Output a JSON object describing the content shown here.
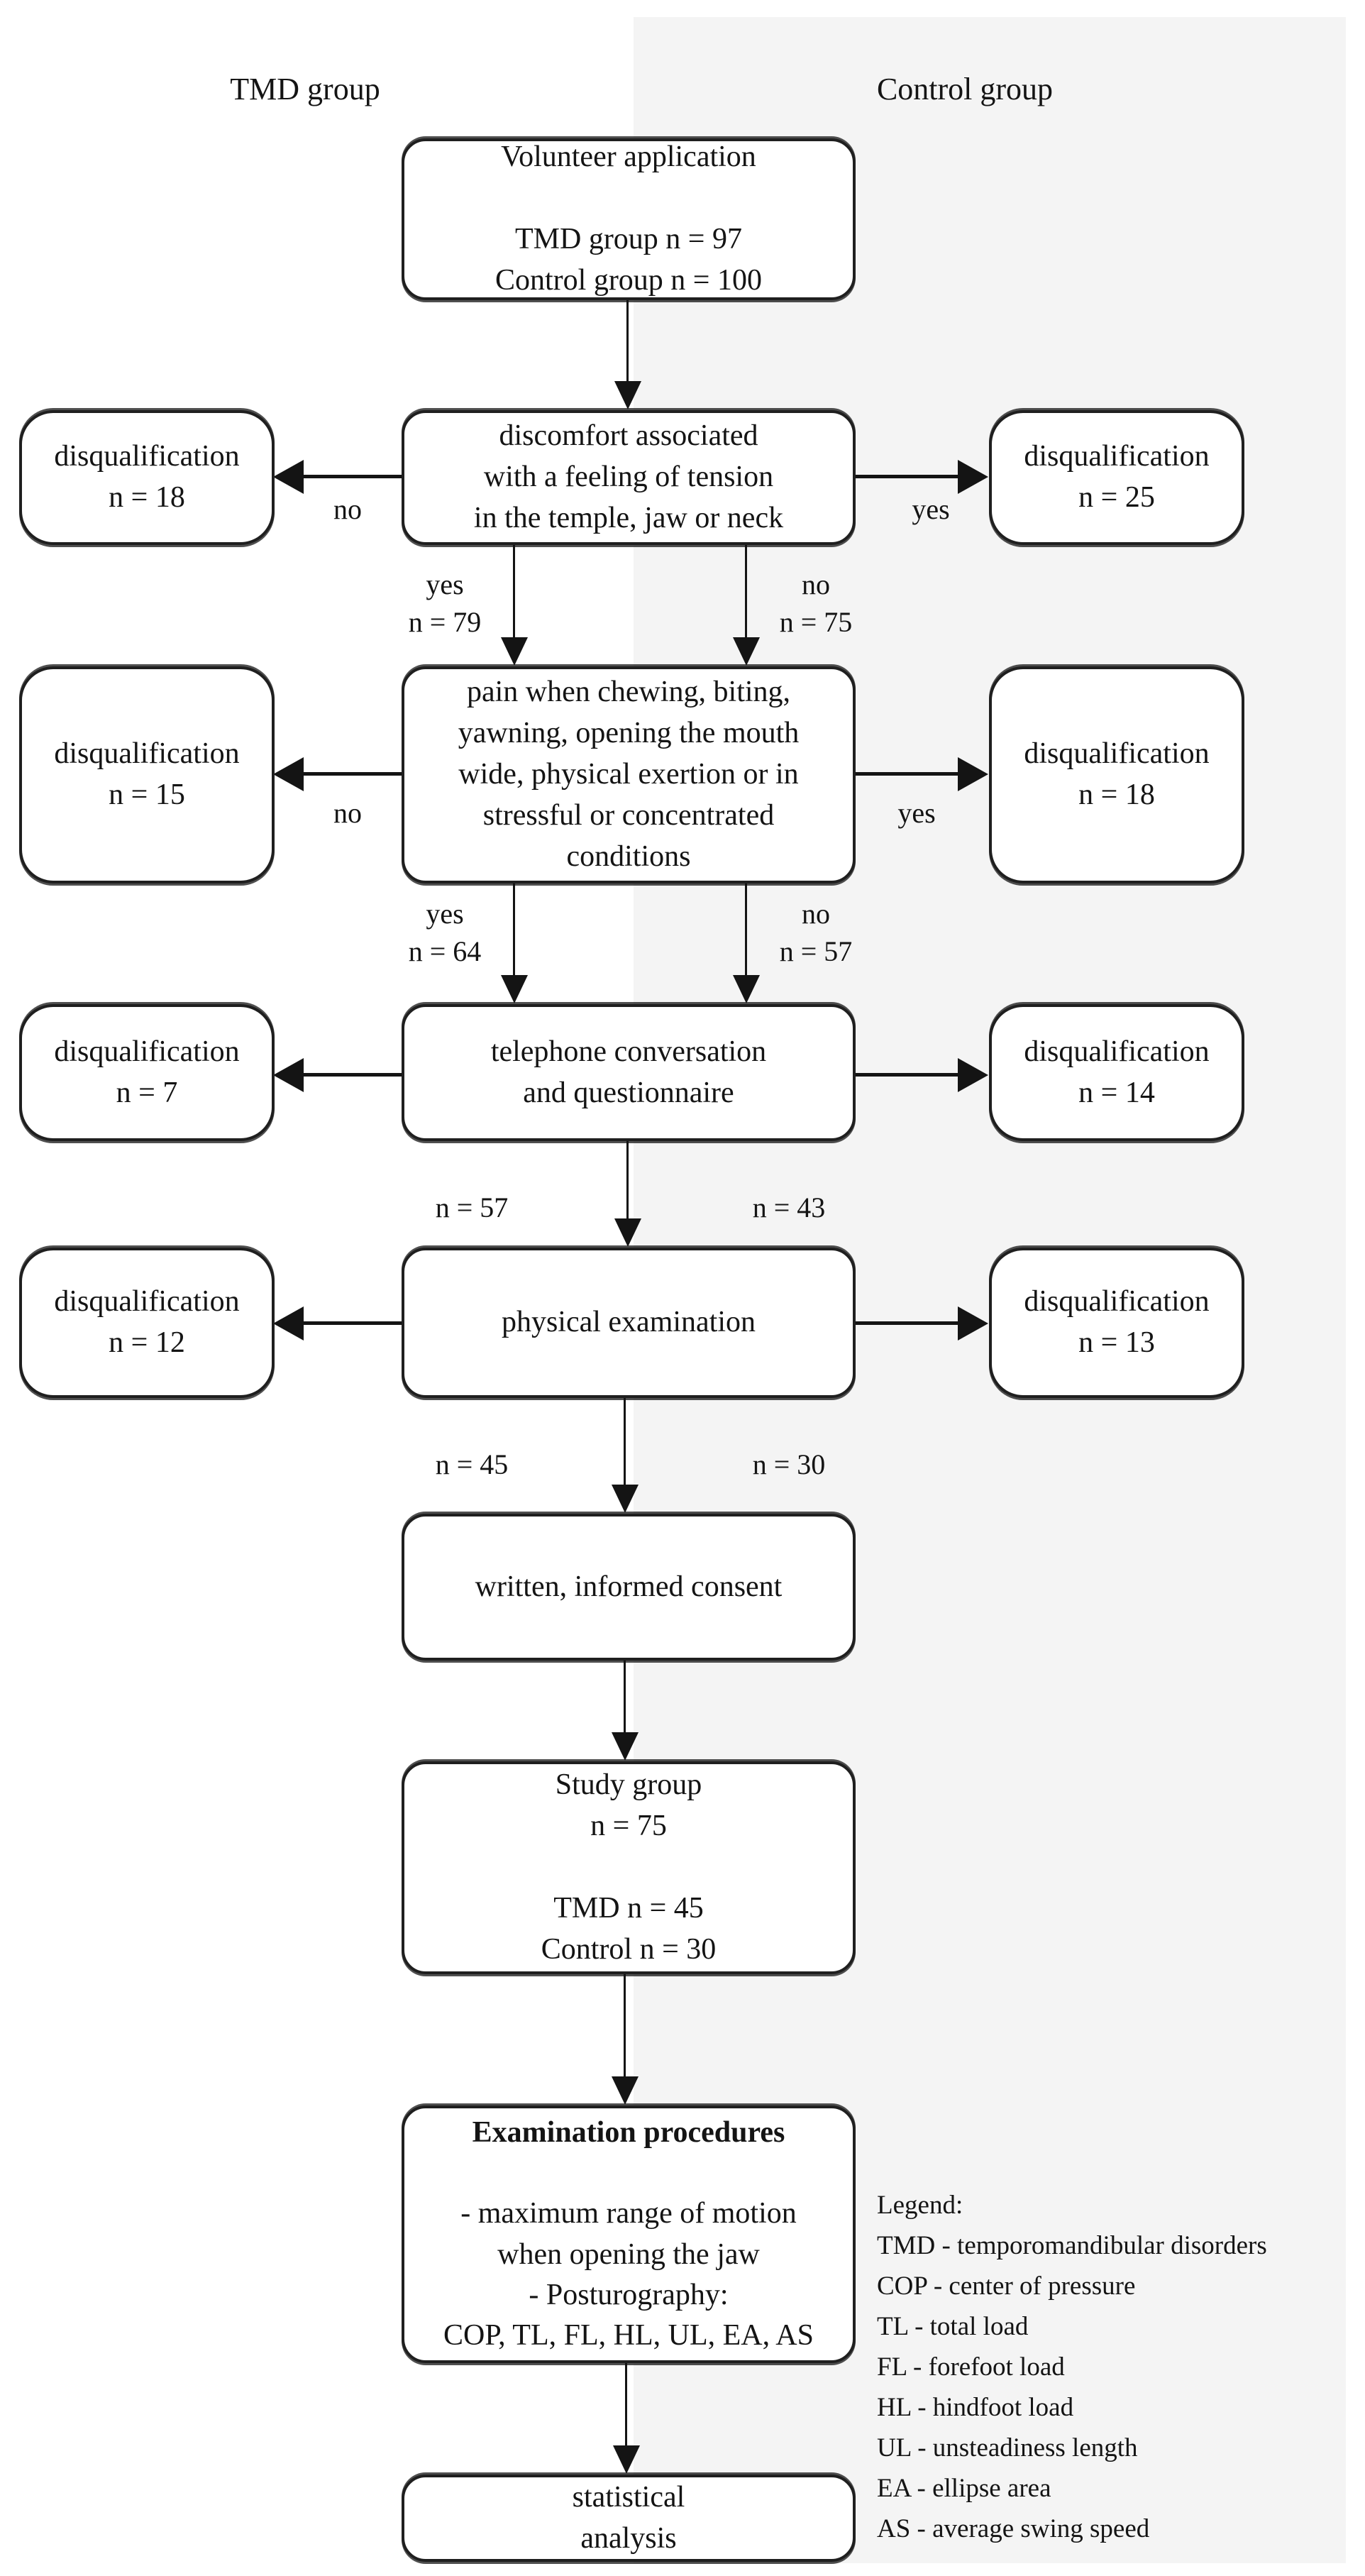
{
  "headers": {
    "left": "TMD group",
    "right": "Control group"
  },
  "boxes": {
    "volunteer": [
      "Volunteer application",
      "",
      "TMD group n = 97",
      "Control group n = 100"
    ],
    "discomfort": [
      "discomfort associated",
      "with a feeling of tension",
      "in the temple, jaw or neck"
    ],
    "pain": [
      "pain when chewing, biting,",
      "yawning, opening the mouth",
      "wide, physical exertion or in",
      "stressful or concentrated",
      "conditions"
    ],
    "telephone": [
      "telephone conversation",
      "and questionnaire"
    ],
    "physical": [
      "physical examination"
    ],
    "consent": [
      "written, informed consent"
    ],
    "study": [
      "Study group",
      "n = 75",
      "",
      "TMD n = 45",
      "Control n = 30"
    ],
    "examination": {
      "title": "Examination procedures",
      "items": [
        "",
        "- maximum range of motion",
        "when opening the jaw",
        "- Posturography:",
        "COP, TL, FL, HL, UL, EA, AS"
      ]
    },
    "statistical": [
      "statistical",
      "analysis"
    ]
  },
  "disqualifications": {
    "discomfort_no": [
      "disqualification",
      "n = 18"
    ],
    "discomfort_yes": [
      "disqualification",
      "n = 25"
    ],
    "pain_no": [
      "disqualification",
      "n = 15"
    ],
    "pain_yes": [
      "disqualification",
      "n = 18"
    ],
    "telephone_left": [
      "disqualification",
      "n = 7"
    ],
    "telephone_right": [
      "disqualification",
      "n = 14"
    ],
    "physical_left": [
      "disqualification",
      "n = 12"
    ],
    "physical_right": [
      "disqualification",
      "n = 13"
    ]
  },
  "branch_labels": {
    "discomfort_left": "no",
    "discomfort_right": "yes",
    "discomfort_down_left": [
      "yes",
      "n = 79"
    ],
    "discomfort_down_right": [
      "no",
      "n = 75"
    ],
    "pain_left": "no",
    "pain_right": "yes",
    "pain_down_left": [
      "yes",
      "n = 64"
    ],
    "pain_down_right": [
      "no",
      "n = 57"
    ],
    "telephone_down_left": "n = 57",
    "telephone_down_right": "n = 43",
    "physical_down_left": "n = 45",
    "physical_down_right": "n = 30"
  },
  "legend": {
    "title": "Legend:",
    "items": [
      "TMD - temporomandibular disorders",
      "COP - center of pressure",
      "TL - total load",
      "FL - forefoot load",
      "HL - hindfoot load",
      "UL - unsteadiness length",
      "EA - ellipse area",
      "AS - average swing speed"
    ]
  },
  "colors": {
    "panel": "#f4f4f4",
    "ink": "#141414",
    "box_border": "#1f1f1f",
    "box_bg": "#ffffff"
  }
}
